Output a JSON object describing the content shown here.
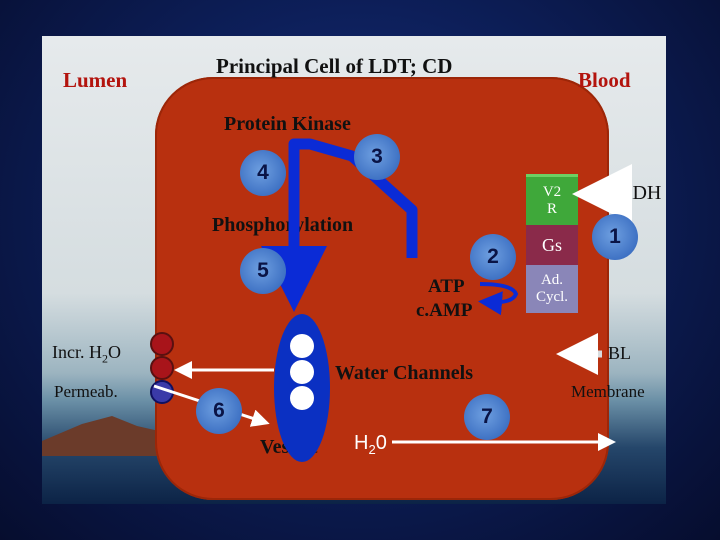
{
  "title": "Principal Cell of LDT; CD",
  "regions": {
    "lumen": "Lumen",
    "blood": "Blood"
  },
  "labels": {
    "protein_kinase": "Protein Kinase",
    "phosphorylation": "Phosphorylation",
    "atp": "ATP",
    "camp": "c.AMP",
    "water_channels": "Water Channels",
    "vesicle": "Vesicle",
    "h2o_bottom": "H",
    "h2o_bottom_sub": "2",
    "h2o_bottom_end": "0",
    "adh": "ADH",
    "bl": "BL",
    "membrane": "Membrane",
    "incr_h2o_a": "Incr. H",
    "incr_h2o_sub": "2",
    "incr_h2o_b": "O",
    "permeab": "Permeab."
  },
  "steps": [
    "1",
    "2",
    "3",
    "4",
    "5",
    "6",
    "7"
  ],
  "receptors": {
    "v2r": "V2 R",
    "gs": "Gs",
    "adcycl": "Ad. Cycl."
  },
  "colors": {
    "cell": "#b8300f",
    "v2r": "#3fa83a",
    "gs": "#8a2a4a",
    "adcycl": "#8a86b8",
    "badge": "#3f72c4",
    "vesicle": "#0b30c2",
    "arrow_blue": "#0b2bd6",
    "arrow_white": "#ffffff"
  }
}
